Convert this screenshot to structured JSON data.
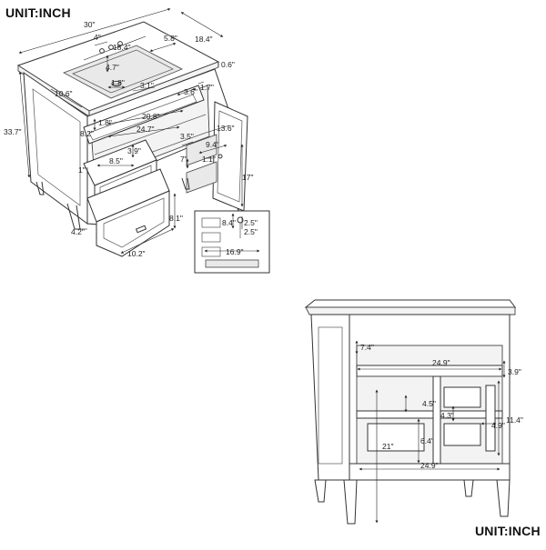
{
  "units": {
    "top": "UNIT:INCH",
    "bottom": "UNIT:INCH"
  },
  "dims_top": {
    "width": "30\"",
    "depth": "18.4\"",
    "height": "33.7\"",
    "faucet_offset": "4\"",
    "basin_to_edge": "5.8\"",
    "basin_width": "18.4\"",
    "faucet_depth": "4.7\"",
    "top_thickness": "0.6\"",
    "basin_depth": "10.6\"",
    "drain_offset": "1.8\"",
    "drain_to_edge": "3.1\"",
    "drawer_front_gap": "3.6\"",
    "side_gap": "1.7\"",
    "tray_height": "1.8\"",
    "drawer_inner_width": "20.8\"",
    "tray_depth": "8.2\"",
    "interior_width": "24.7\"",
    "door_width": "13.6\"",
    "shelf_height": "3.9\"",
    "door_shelf_offset": "3.5\"",
    "door_shelf_width": "9.4\"",
    "drawer_width": "8.5\"",
    "door_shelf_depth": "7\"",
    "door_shelf_lip": "1.1\"",
    "drawer_gap": "1\"",
    "door_height": "17\"",
    "leg_height": "4.2\"",
    "drawer2_height": "8.1\"",
    "drawer2_width": "10.2\"",
    "inset_height": "8.4\"",
    "inset_gap_a": "2.5\"",
    "inset_gap_b": "2.5\"",
    "inset_depth": "16.9\""
  },
  "dims_bottom": {
    "top_opening": "7.4\"",
    "upper_width": "24.9\"",
    "upper_height": "3.9\"",
    "shelf_gap": "4.5\"",
    "bin_height": "4.3\"",
    "right_height": "11.4\"",
    "bin_width": "4.9\"",
    "lower_height": "6.4\"",
    "leg_clearance": "21\"",
    "lower_width": "24.9\""
  },
  "icons": [
    "faucet-hole-icon",
    "drain-icon",
    "drawer-pull-icon",
    "drawer-pull-icon",
    "door-knob-icon"
  ]
}
